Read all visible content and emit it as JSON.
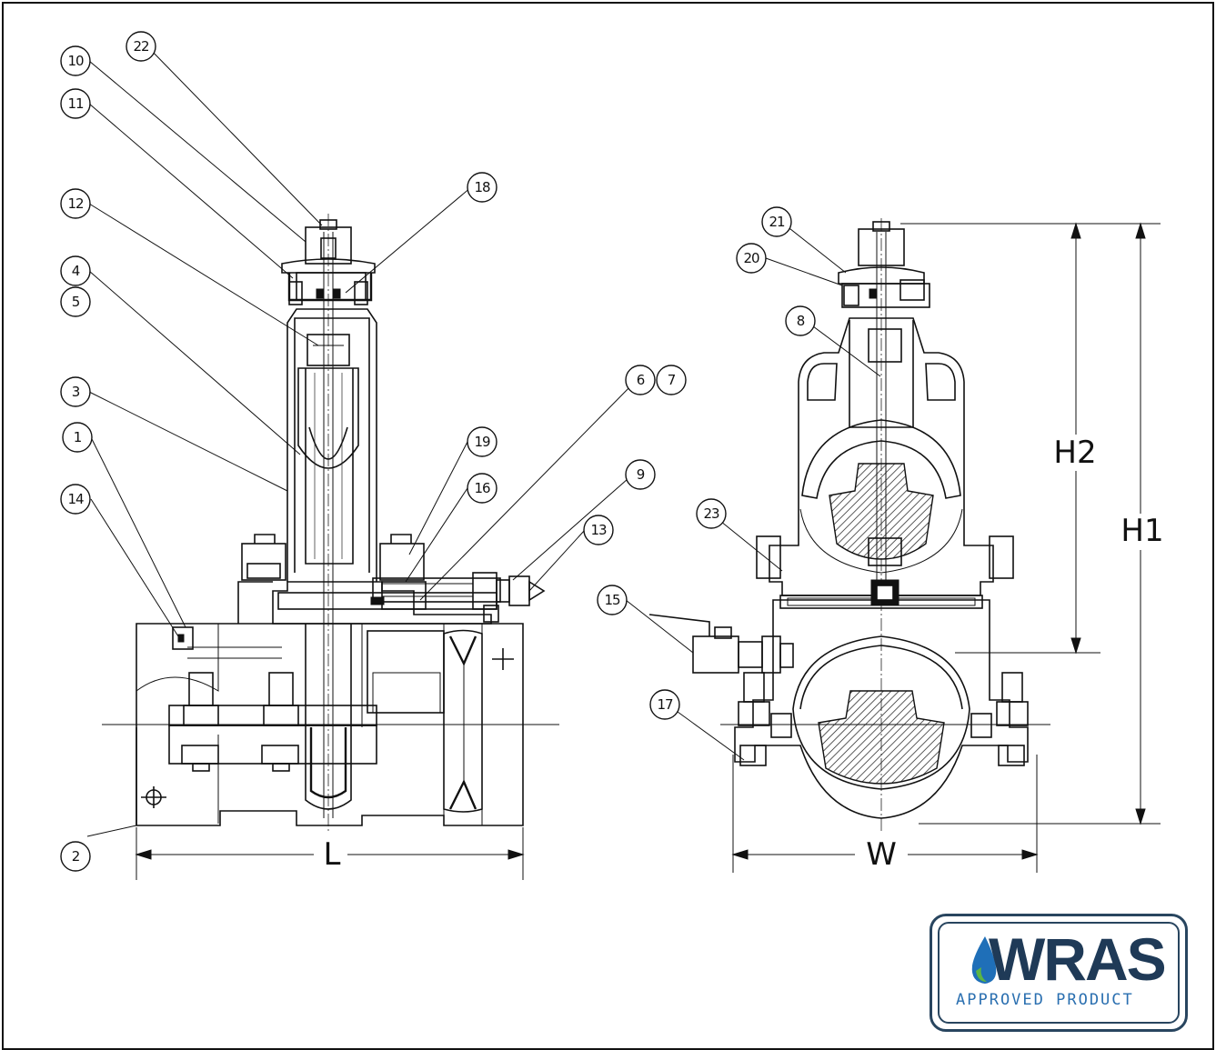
{
  "callouts": {
    "c1": "1",
    "c2": "2",
    "c3": "3",
    "c4": "4",
    "c5": "5",
    "c6": "6",
    "c7": "7",
    "c8": "8",
    "c9": "9",
    "c10": "10",
    "c11": "11",
    "c12": "12",
    "c13": "13",
    "c14": "14",
    "c15": "15",
    "c16": "16",
    "c17": "17",
    "c18": "18",
    "c19": "19",
    "c20": "20",
    "c21": "21",
    "c22": "22",
    "c23": "23"
  },
  "dimensions": {
    "length": "L",
    "width": "W",
    "height1": "H1",
    "height2": "H2"
  },
  "badge": {
    "brand": "WRAS",
    "subtitle": "APPROVED PRODUCT",
    "drop_icon": "water-drop-icon"
  },
  "colors": {
    "line": "#111111",
    "badge_border": "#28455f",
    "badge_text": "#1f3a57",
    "badge_sub": "#2a6fb0",
    "drop_blue": "#1f6fb8",
    "drop_green": "#5bb544"
  }
}
